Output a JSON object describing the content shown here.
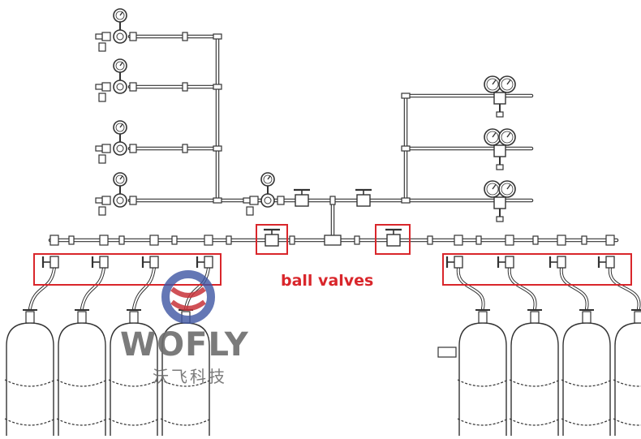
{
  "annotation": {
    "text": "ball valves"
  },
  "logo": {
    "brand": "WOFLY",
    "chinese": "沃飞科技"
  },
  "colors": {
    "line": "#333333",
    "highlight": "#d9262b",
    "label": "#d9262b",
    "logo_gray": "#6d6d6d",
    "logo_blue": "#3d55a2",
    "logo_red": "#c8323a"
  },
  "icons": [
    "pressure-gauge-icon",
    "regulator-icon",
    "ball-valve-icon",
    "gas-cylinder-icon",
    "wofly-logo-icon"
  ]
}
